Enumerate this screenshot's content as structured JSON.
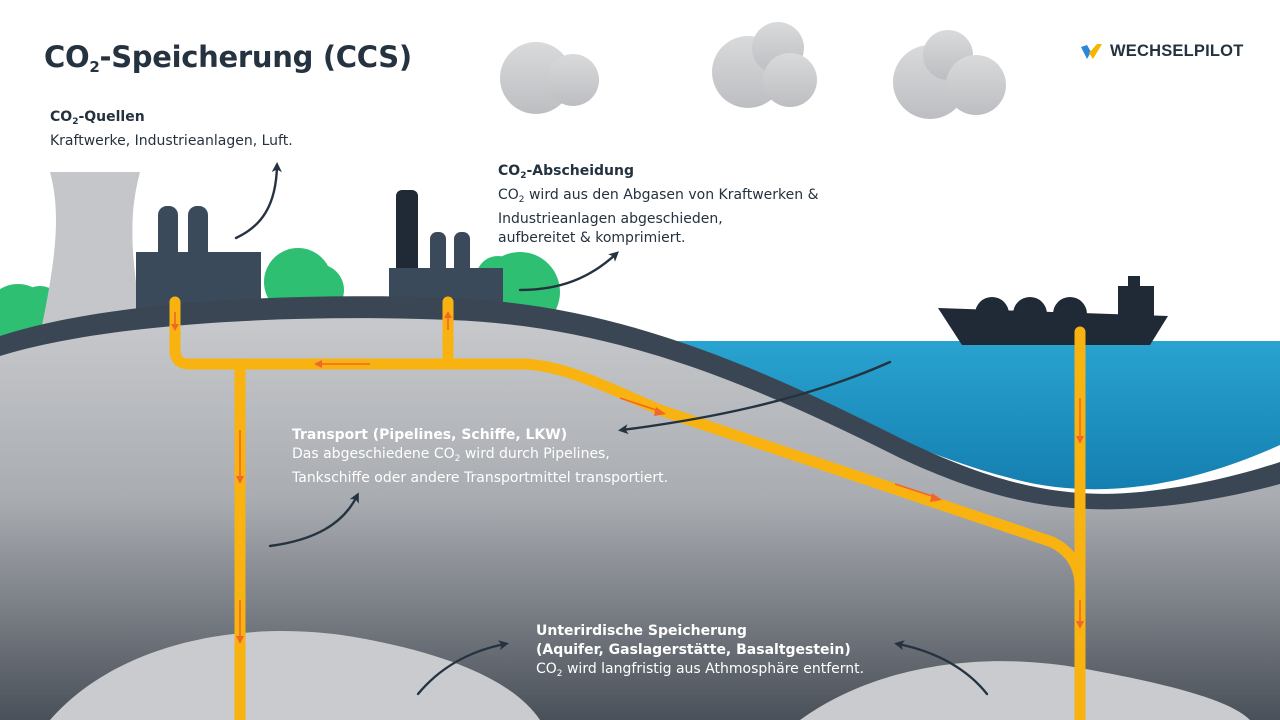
{
  "title": {
    "prefix": "CO",
    "sub": "2",
    "rest": "-Speicherung (CCS)"
  },
  "logo": {
    "text": "WECHSELPILOT",
    "colors": [
      "#2b88d8",
      "#f7b500"
    ]
  },
  "sections": {
    "quellen": {
      "heading_prefix": "CO",
      "heading_sub": "2",
      "heading_rest": "-Quellen",
      "body": "Kraftwerke, Industrieanlagen, Luft."
    },
    "abscheidung": {
      "heading_prefix": "CO",
      "heading_sub": "2",
      "heading_rest": "-Abscheidung",
      "line1_prefix": "CO",
      "line1_sub": "2",
      "line1_rest": " wird aus den Abgasen von Kraftwerken &",
      "line2": "Industrieanlagen abgeschieden,",
      "line3": "aufbereitet & komprimiert."
    },
    "transport": {
      "heading": "Transport (Pipelines, Schiffe, LKW)",
      "line1_prefix": "Das abgeschiedene CO",
      "line1_sub": "2",
      "line1_rest": " wird durch Pipelines,",
      "line2": "Tankschiffe oder andere Transportmittel transportiert."
    },
    "speicherung": {
      "heading1": "Unterirdische Speicherung",
      "heading2": "(Aquifer, Gaslagerstätte, Basaltgestein)",
      "body_prefix": "CO",
      "body_sub": "2",
      "body_rest": " wird langfristig aus Athmosphäre entfernt."
    }
  },
  "colors": {
    "pipe": "#f9b310",
    "flow": "#f2662b",
    "sea": "#1e9bc9",
    "dark": "#253341",
    "tree": "#2ebf73",
    "cloud": "#cbccce"
  },
  "icons": [
    "cooling-tower-icon",
    "factory-icon",
    "tree-icon",
    "tanker-ship-icon",
    "cloud-icon",
    "arrow-icon"
  ]
}
